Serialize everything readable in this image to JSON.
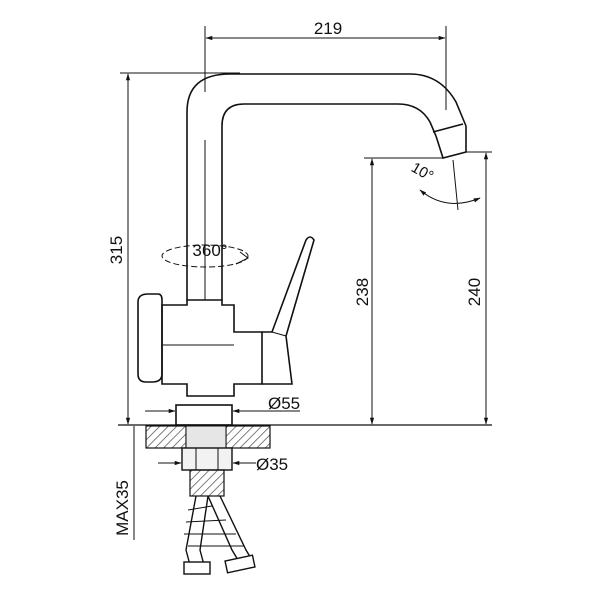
{
  "drawing": {
    "width_top": "219",
    "height_total": "315",
    "rotation": "360°",
    "spout_angle": "10°",
    "height_outlet": "238",
    "height_spout_top": "240",
    "base_diameter": "Ø55",
    "mount_diameter": "Ø35",
    "max_counter_thickness": "MAX35"
  },
  "colors": {
    "line": "#111111",
    "hatch": "#555555",
    "background": "#ffffff"
  }
}
